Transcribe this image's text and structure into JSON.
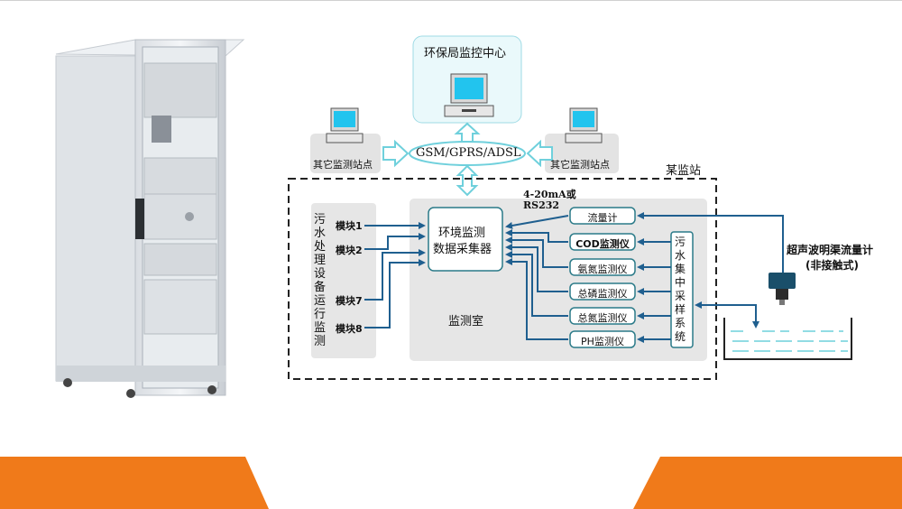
{
  "center": {
    "title": "环保局监控中心"
  },
  "network": {
    "label": "GSM/GPRS/ADSL"
  },
  "stations": {
    "left": "其它监测站点",
    "right": "其它监测站点"
  },
  "site": {
    "label": "某监站"
  },
  "process": {
    "label": "污水处理设备运行监测"
  },
  "modules": [
    "模块1",
    "模块2",
    "模块7",
    "模块8"
  ],
  "interface": {
    "line1": "4-20mA或",
    "line2": "RS232"
  },
  "collector": {
    "line1": "环境监测",
    "line2": "数据采集器"
  },
  "room": {
    "label": "监测室"
  },
  "instruments": [
    "流量计",
    "COD监测仪",
    "氨氮监测仪",
    "总磷监测仪",
    "总氮监测仪",
    "PH监测仪"
  ],
  "sampling": {
    "label": "污水集中采样系统"
  },
  "flowmeter": {
    "line1": "超声波明渠流量计",
    "line2": "(非接触式)"
  },
  "colors": {
    "arrow_blue": "#1f5f8f",
    "hollow_arrow": "#6fd0dc",
    "box_border": "#2a7a88",
    "orange": "#f07a1a",
    "panel_gray": "#e6e6e6"
  }
}
